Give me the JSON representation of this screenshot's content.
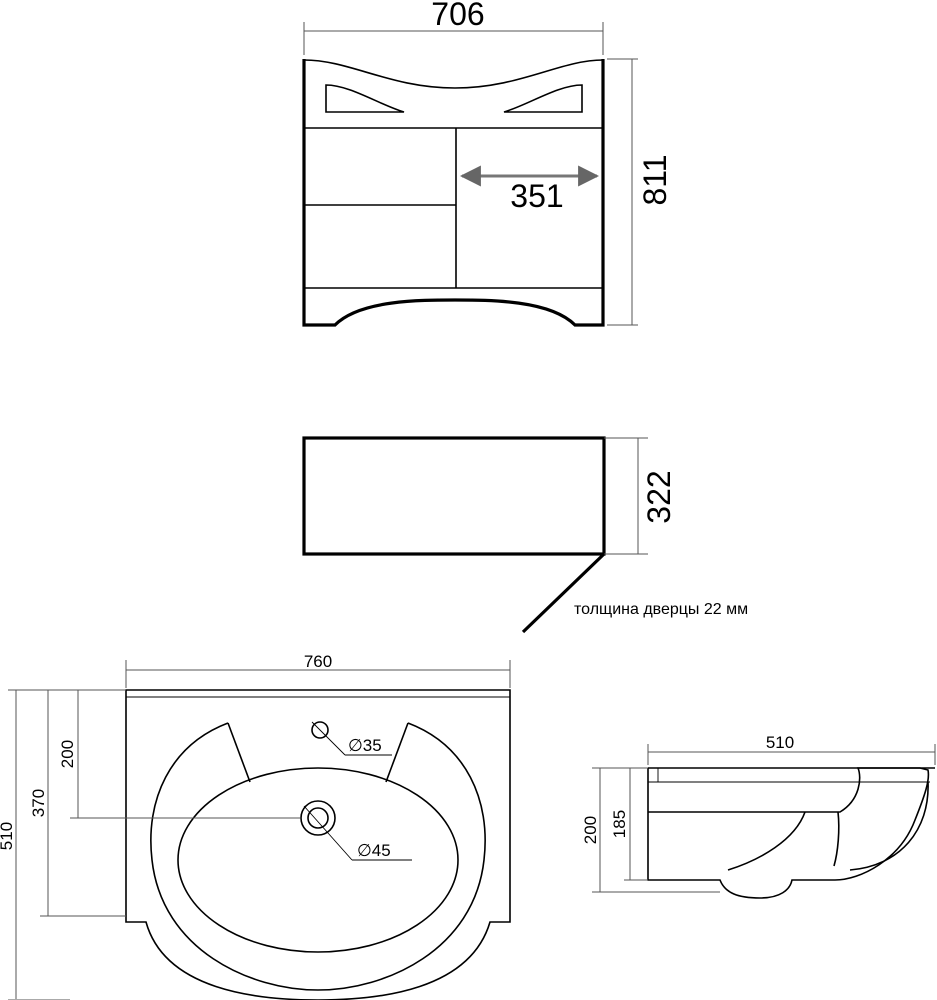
{
  "front_view": {
    "width_label": "706",
    "height_label": "811",
    "drawer_width_label": "351"
  },
  "side_view": {
    "depth_label": "322",
    "door_note": "толщина дверцы 22 мм"
  },
  "basin_top_view": {
    "width_label": "760",
    "depth_total_label": "510",
    "depth_370_label": "370",
    "depth_200_label": "200",
    "tap_hole_label": "∅35",
    "drain_hole_label": "∅45"
  },
  "basin_side_view": {
    "depth_label": "510",
    "height_200_label": "200",
    "height_185_label": "185"
  }
}
